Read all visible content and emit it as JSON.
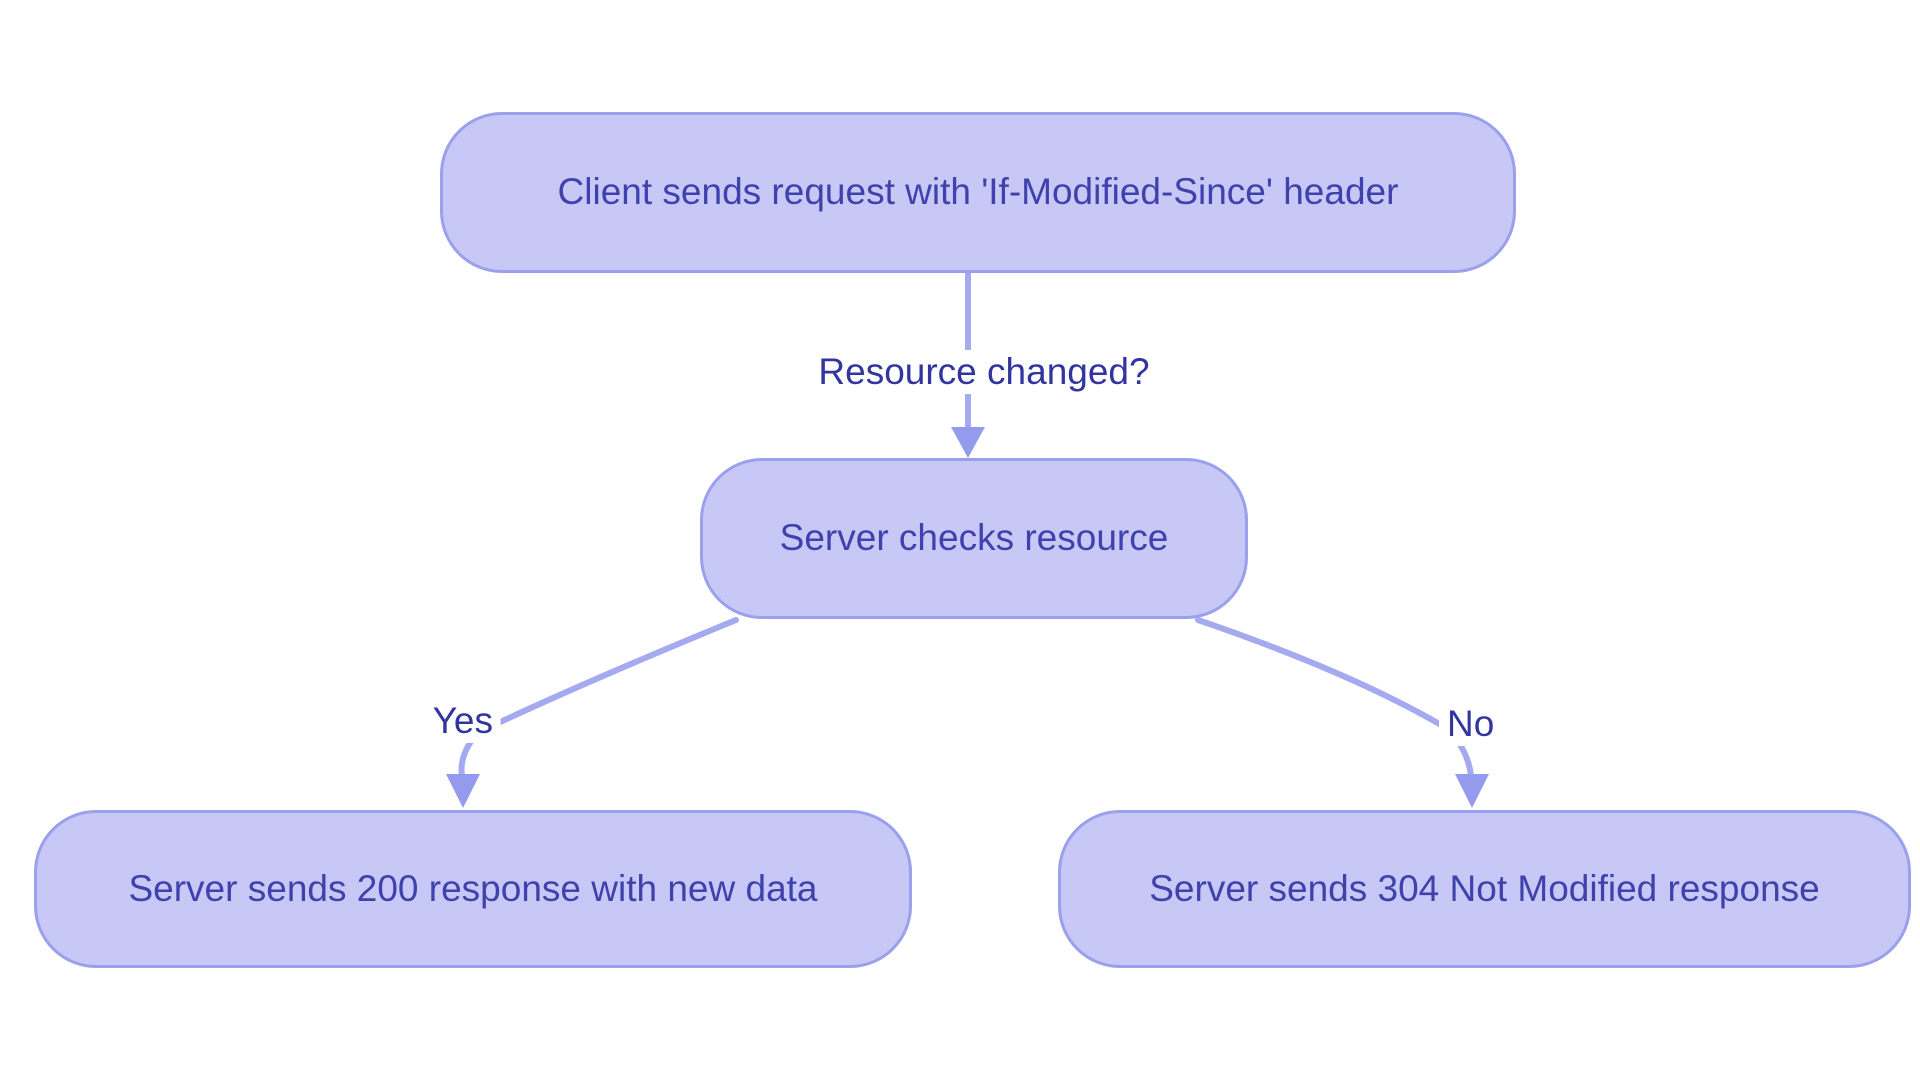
{
  "diagram": {
    "type": "flowchart",
    "background_color": "#ffffff",
    "node_fill_color": "#c7c8f6",
    "node_border_color": "#9aa0ec",
    "node_text_color": "#3f42ad",
    "edge_line_color": "#a5aaf0",
    "arrowhead_color": "#959bec",
    "edge_label_color": "#32349f",
    "nodes": [
      {
        "id": "start",
        "label": "Client sends request with 'If-Modified-Since' header"
      },
      {
        "id": "check",
        "label": "Server checks resource"
      },
      {
        "id": "resp200",
        "label": "Server sends 200 response with new data"
      },
      {
        "id": "resp304",
        "label": "Server sends 304 Not Modified response"
      }
    ],
    "edges": [
      {
        "from": "start",
        "to": "check",
        "label": "Resource changed?"
      },
      {
        "from": "check",
        "to": "resp200",
        "label": "Yes"
      },
      {
        "from": "check",
        "to": "resp304",
        "label": "No"
      }
    ]
  }
}
